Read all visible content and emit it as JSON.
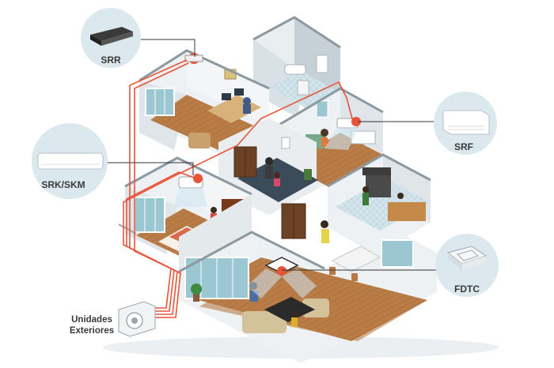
{
  "units": {
    "srr": "SRR",
    "srk_skm": "SRK/SKM",
    "srf": "SRF",
    "fdtc": "FDTC",
    "outdoor_line1": "Unidades",
    "outdoor_line2": "Exteriores"
  },
  "colors": {
    "pipe": "#e8543a",
    "callout_circle": "#dbe9ee",
    "floor_wood": "#b77a45",
    "floor_tile": "#c9dde6",
    "floor_dark": "#3c4b5a",
    "wall_light": "#eef1f3",
    "wall_shade": "#cfd6db",
    "wall_top": "#9aa6ae"
  }
}
